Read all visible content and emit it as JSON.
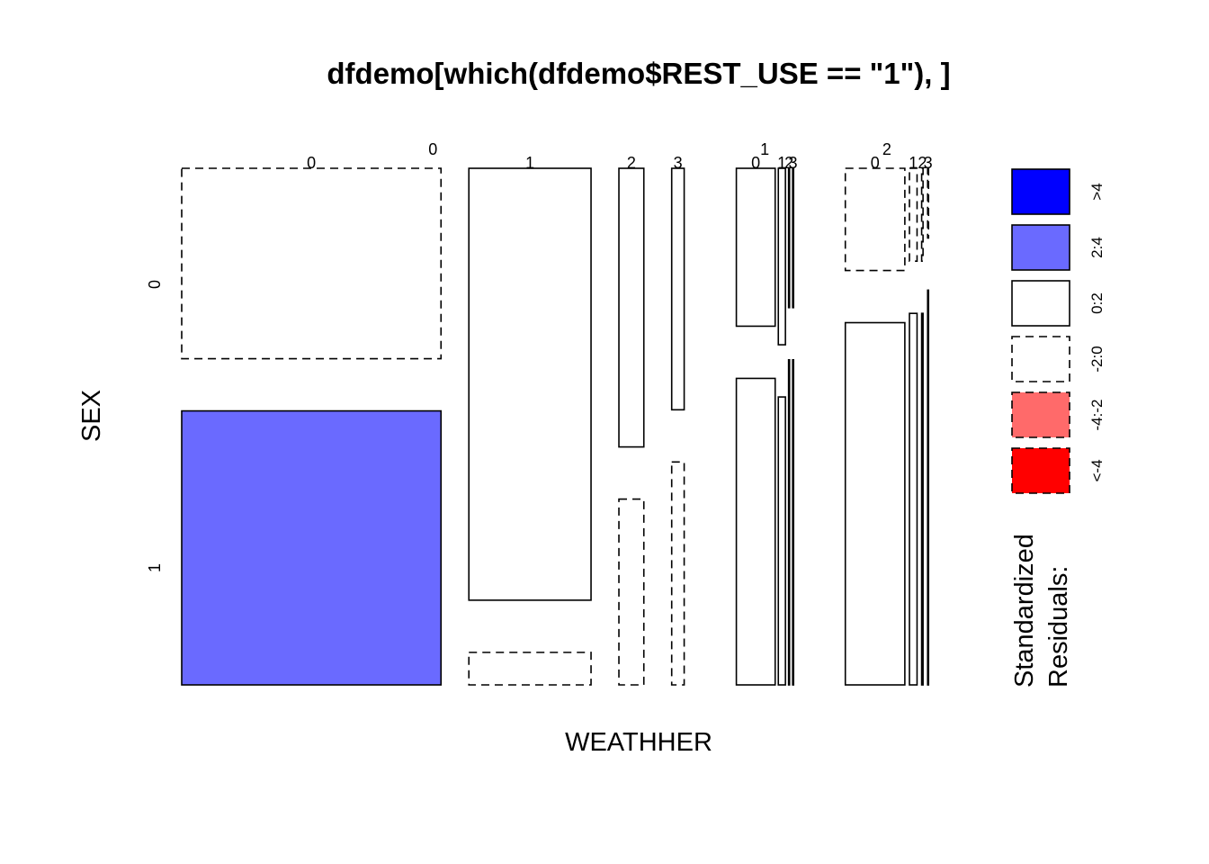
{
  "chart_data": {
    "type": "mosaic",
    "title": "dfdemo[which(dfdemo$REST_USE == \"1\"), ]",
    "xlabel": "WEATHHER",
    "ylabel": "SEX",
    "row_levels": [
      "0",
      "1"
    ],
    "outer_levels": [
      "0",
      "1",
      "2"
    ],
    "inner_levels": [
      "0",
      "1",
      "2",
      "3"
    ],
    "outer_widths": [
      0.575,
      0.065,
      0.095
    ],
    "inner_widths": [
      [
        0.52,
        0.245,
        0.05,
        0.025
      ],
      [
        0.82,
        0.15,
        0.02,
        0.01
      ],
      [
        0.86,
        0.11,
        0.02,
        0.01
      ]
    ],
    "sex0_proportion": [
      [
        0.41,
        0.93,
        0.6,
        0.52
      ],
      [
        0.34,
        0.38,
        0.3,
        0.3
      ],
      [
        0.22,
        0.2,
        0.2,
        0.15
      ]
    ],
    "residual_class": [
      [
        [
          "neg-small",
          "pos-mid"
        ],
        [
          "pos-small",
          "neg-small"
        ],
        [
          "pos-small",
          "neg-small"
        ],
        [
          "pos-small",
          "neg-small"
        ]
      ],
      [
        [
          "pos-small",
          "pos-small"
        ],
        [
          "pos-small",
          "pos-small"
        ],
        [
          "pos-small",
          "pos-small"
        ],
        [
          "pos-small",
          "pos-small"
        ]
      ],
      [
        [
          "neg-small",
          "pos-small"
        ],
        [
          "neg-small",
          "pos-small"
        ],
        [
          "neg-small",
          "pos-small"
        ],
        [
          "neg-small",
          "pos-small"
        ]
      ]
    ],
    "legend": {
      "title_line1": "Standardized",
      "title_line2": "Residuals:",
      "entries": [
        {
          "label": ">4",
          "color": "#0000ff",
          "dashed": false,
          "key": "pos-big"
        },
        {
          "label": "2:4",
          "color": "#6a6aff",
          "dashed": false,
          "key": "pos-mid"
        },
        {
          "label": "0:2",
          "color": "#ffffff",
          "dashed": false,
          "key": "pos-small"
        },
        {
          "label": "-2:0",
          "color": "#ffffff",
          "dashed": true,
          "key": "neg-small"
        },
        {
          "label": "-4:-2",
          "color": "#ff6a6a",
          "dashed": true,
          "key": "neg-mid"
        },
        {
          "label": "<-4",
          "color": "#ff0000",
          "dashed": true,
          "key": "neg-big"
        }
      ]
    }
  }
}
